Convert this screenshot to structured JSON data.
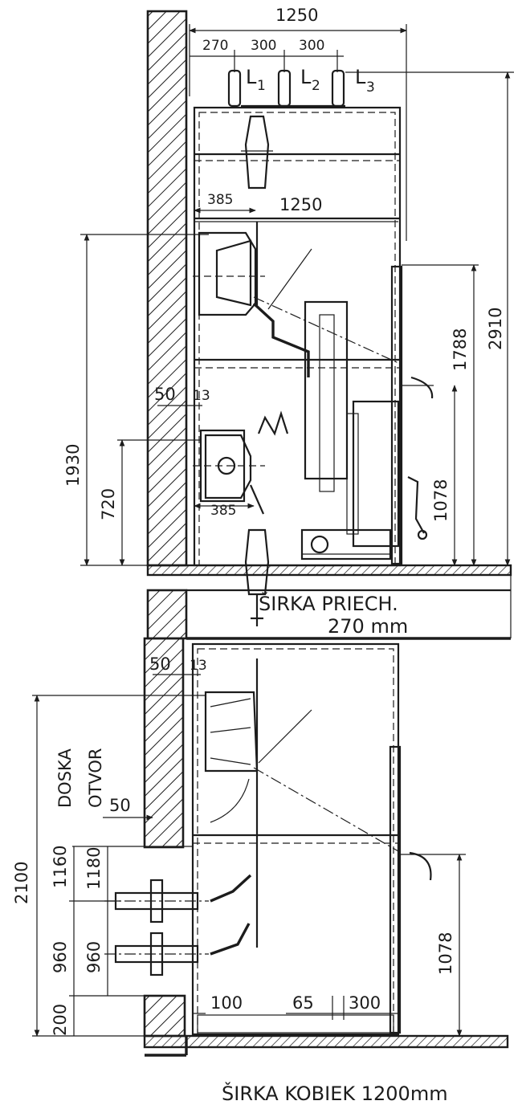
{
  "top_dims": {
    "total": "1250",
    "d1": "270",
    "d2": "300",
    "d3": "300"
  },
  "lamps": [
    {
      "label": "L",
      "sub": "1"
    },
    {
      "label": "L",
      "sub": "2"
    },
    {
      "label": "L",
      "sub": "3"
    }
  ],
  "upper_dims": {
    "offset_385": "385",
    "width_1250": "1250",
    "h_1930": "1930",
    "h_720": "720",
    "h_1788": "1788",
    "h_2910": "2910",
    "h_1078": "1078",
    "gap_50": "50",
    "gap_13": "13",
    "offset_385b": "385"
  },
  "passage": {
    "line1": "ŠIRKA PRIECH.",
    "line2": "270 mm"
  },
  "lower_dims": {
    "gap_50": "50",
    "gap_13": "13",
    "doska": "DOSKA",
    "otvor": "OTVOR",
    "otvor_50": "50",
    "h_2100": "2100",
    "h_1160": "1160",
    "h_1180": "1180",
    "h_960a": "960",
    "h_960b": "960",
    "h_200": "200",
    "h_1078": "1078",
    "w_100": "100",
    "w_65": "65",
    "w_300": "300"
  },
  "footer": {
    "text": "ŠIRKA KOBIEK  1200mm"
  }
}
